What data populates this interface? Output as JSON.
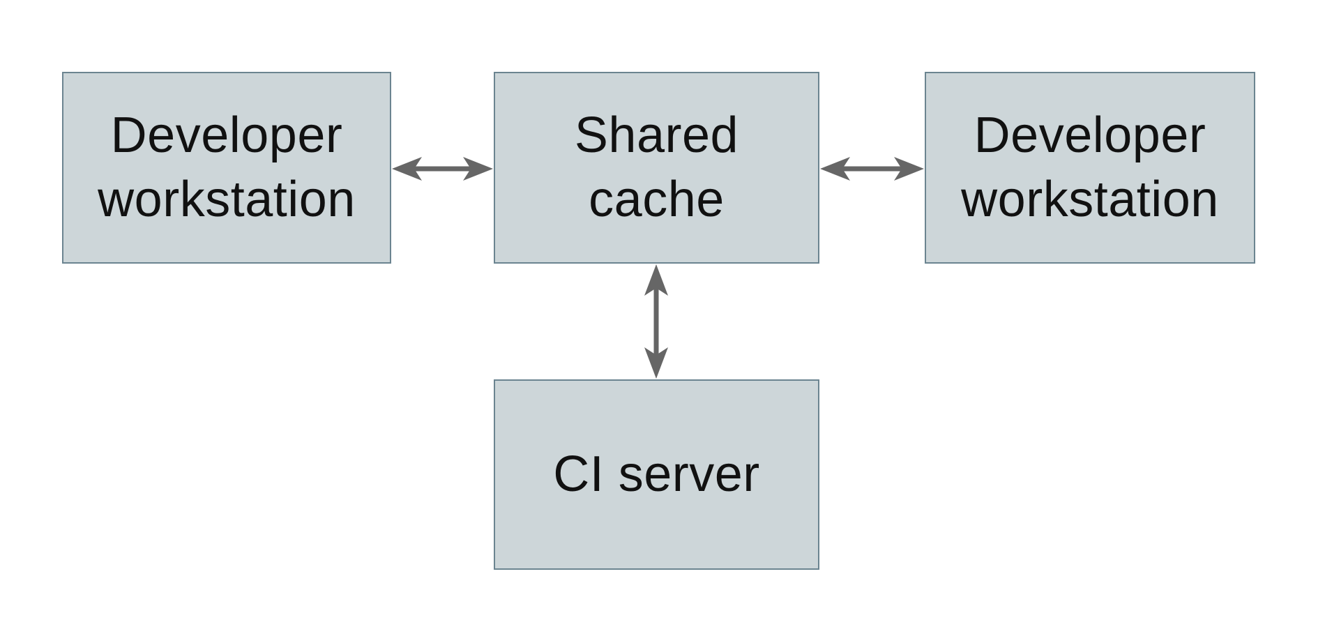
{
  "diagram": {
    "nodes": [
      {
        "id": "developer-workstation-left",
        "label": "Developer workstation"
      },
      {
        "id": "shared-cache",
        "label": "Shared cache"
      },
      {
        "id": "developer-workstation-right",
        "label": "Developer workstation"
      },
      {
        "id": "ci-server",
        "label": "CI server"
      }
    ],
    "edges": [
      {
        "from": "developer-workstation-left",
        "to": "shared-cache",
        "direction": "bidirectional",
        "orientation": "horizontal"
      },
      {
        "from": "shared-cache",
        "to": "developer-workstation-right",
        "direction": "bidirectional",
        "orientation": "horizontal"
      },
      {
        "from": "shared-cache",
        "to": "ci-server",
        "direction": "bidirectional",
        "orientation": "vertical"
      }
    ],
    "colors": {
      "node_fill": "#cdd6d9",
      "node_border": "#6b8490",
      "arrow": "#666666",
      "text": "#111111",
      "background": "#ffffff"
    }
  }
}
